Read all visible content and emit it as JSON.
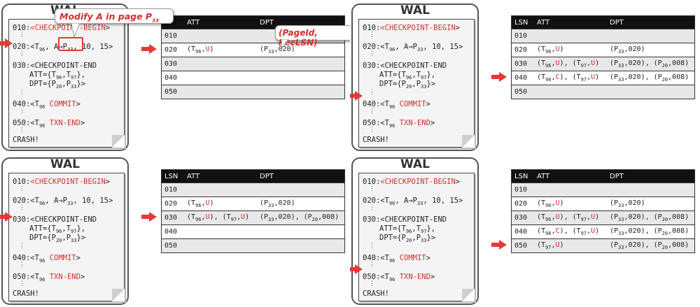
{
  "wal": {
    "title": "WAL",
    "lines": {
      "l010_num": "010:",
      "l010_text": "<CHECKPOINT-BEGIN>",
      "l020_num": "020:",
      "l020_a": "<T",
      "l020_t": "96",
      "l020_b": ", A→P",
      "l020_p": "33",
      "l020_c": ", 10, 15>",
      "l030_a": "030:<CHECKPOINT-END",
      "l030_b": "ATT={T",
      "l030_b1": "96",
      "l030_b2": ",T",
      "l030_b3": "97",
      "l030_b4": "},",
      "l030_c": "DPT={P",
      "l030_c1": "20",
      "l030_c2": ",P",
      "l030_c3": "33",
      "l030_c4": "}>",
      "l040_num": "040:",
      "l040_a": "<T",
      "l040_t": "96",
      "l040_b": "COMMIT",
      "l040_c": ">",
      "l050_num": "050:",
      "l050_a": "<T",
      "l050_t": "96",
      "l050_b": "TXN-END",
      "l050_c": ">",
      "crash": "CRASH!"
    }
  },
  "callouts": {
    "modify": "Modify A in page P",
    "modify_sub": "33",
    "pageid": "(PageId, RecLSN)"
  },
  "table": {
    "header": {
      "lsn": "LSN",
      "att": "ATT",
      "dpt": "DPT"
    },
    "lsns": [
      "010",
      "020",
      "030",
      "040",
      "050"
    ]
  },
  "panels": [
    {
      "arrow_at": "020",
      "rows": [
        {
          "att": "",
          "dpt": ""
        },
        {
          "att": "(T96,U)",
          "dpt": "(P33,020)"
        },
        {
          "att": "",
          "dpt": ""
        },
        {
          "att": "",
          "dpt": ""
        },
        {
          "att": "",
          "dpt": ""
        }
      ],
      "arrow_row": 1,
      "first_header_label": ""
    },
    {
      "arrow_at": "040",
      "rows": [
        {
          "att": "",
          "dpt": ""
        },
        {
          "att": "(T96,U)",
          "dpt": "(P33,020)"
        },
        {
          "att": "(T96,U), (T97,U)",
          "dpt": "(P33,020), (P20,008)"
        },
        {
          "att": "(T96,C), (T97,U)",
          "dpt": "(P33,020), (P20,008)"
        },
        {
          "att": "",
          "dpt": ""
        }
      ],
      "arrow_row": 3,
      "first_header_label": "LSN"
    },
    {
      "arrow_at": "030",
      "rows": [
        {
          "att": "",
          "dpt": ""
        },
        {
          "att": "(T96,U)",
          "dpt": "(P33,020)"
        },
        {
          "att": "(T96,U), (T97,U)",
          "dpt": "(P33,020), (P20,008)"
        },
        {
          "att": "",
          "dpt": ""
        },
        {
          "att": "",
          "dpt": ""
        }
      ],
      "arrow_row": 2,
      "first_header_label": "LSN"
    },
    {
      "arrow_at": "050",
      "rows": [
        {
          "att": "",
          "dpt": ""
        },
        {
          "att": "(T96,U)",
          "dpt": "(P33,020)"
        },
        {
          "att": "(T96,U), (T97,U)",
          "dpt": "(P33,020), (P20,008)"
        },
        {
          "att": "(T96,C), (T97,U)",
          "dpt": "(P33,020), (P20,008)"
        },
        {
          "att": "(T97,U)",
          "dpt": "(P33,020), (P20,008)"
        }
      ],
      "arrow_row": 4,
      "first_header_label": "LSN"
    }
  ],
  "colors": {
    "accent": "#d32f2f",
    "arrow": "#e53935",
    "header_bg": "#111111",
    "row_alt": "#e8e8e8"
  }
}
